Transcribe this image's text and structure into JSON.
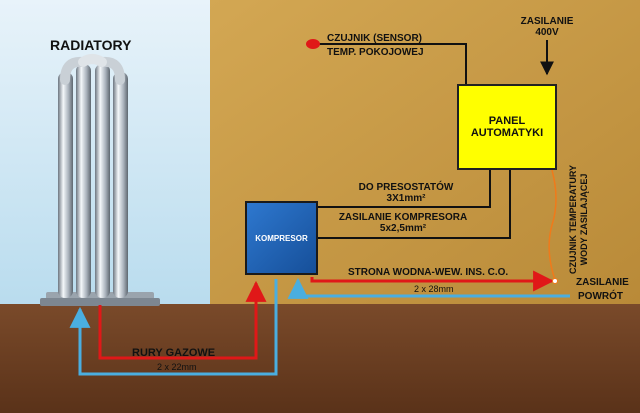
{
  "labels": {
    "radiatory": "RADIATORY",
    "sensor": "CZUJNIK (SENSOR)",
    "room_temp": "TEMP. POKOJOWEJ",
    "supply_label": "ZASILANIE",
    "supply_voltage": "400V",
    "panel_line1": "PANEL",
    "panel_line2": "AUTOMATYKI",
    "presostat_line1": "DO PRESOSTATÓW",
    "presostat_line2": "3X1mm²",
    "comp_supply_line1": "ZASILANIE KOMPRESORA",
    "comp_supply_line2": "5x2,5mm²",
    "compressor": "KOMPRESOR",
    "water_side": "STRONA WODNA-WEW. INS. C.O.",
    "water_pipes": "2 x 28mm",
    "supply_out": "ZASILANIE",
    "return_in": "POWRÓT",
    "water_temp_sensor_line1": "CZUJNIK TEMPERATURY",
    "water_temp_sensor_line2": "WODY ZASILAJĄCEJ",
    "gas_pipes": "RURY GAZOWE",
    "gas_pipe_size": "2 x 22mm"
  },
  "colors": {
    "sky": "#cfe6f2",
    "wall": "#c79a45",
    "ground": "#6a3d22",
    "panel": "#ffff00",
    "compressor": "#1f63b8",
    "hot_line": "#e01818",
    "cold_line": "#4aaee0",
    "signal_line": "#111111",
    "sensor_wire": "#f07a1a"
  },
  "icons": {
    "sensor": "sensor-dot-icon",
    "arrow": "arrow-icon"
  }
}
